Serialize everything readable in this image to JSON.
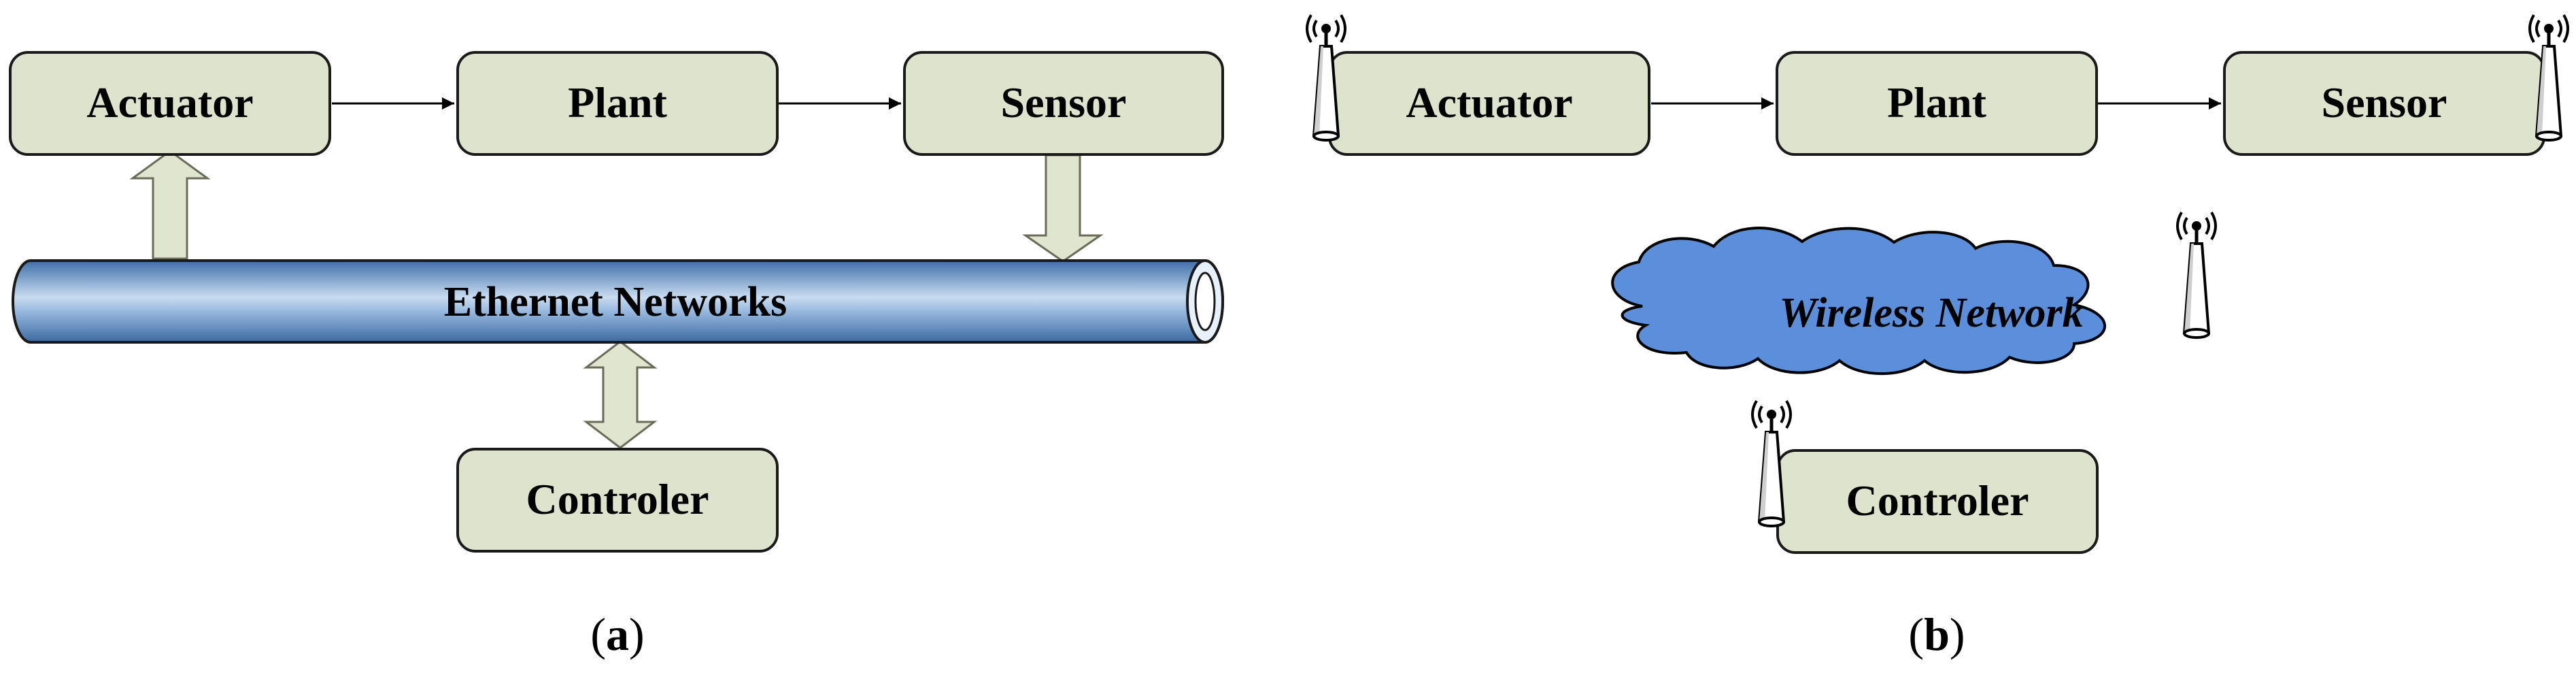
{
  "panel_a": {
    "nodes": {
      "actuator": "Actuator",
      "plant": "Plant",
      "sensor": "Sensor",
      "controller": "Controler"
    },
    "network": "Ethernet Networks",
    "caption": {
      "open": "(",
      "letter": "a",
      "close": ")"
    }
  },
  "panel_b": {
    "nodes": {
      "actuator": "Actuator",
      "plant": "Plant",
      "sensor": "Sensor",
      "controller": "Controler"
    },
    "network": "Wireless Network",
    "caption": {
      "open": "(",
      "letter": "b",
      "close": ")"
    }
  },
  "colors": {
    "box_fill": "#dde3cc",
    "box_stroke": "#1a1a1a",
    "pipe_blue": "#6f9ccd",
    "cloud_blue": "#5b8fdb",
    "arrow_fill": "#e0e5cf"
  }
}
